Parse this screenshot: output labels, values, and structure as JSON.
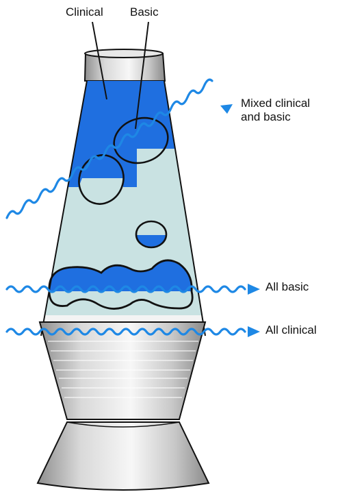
{
  "labels": {
    "clinical": "Clinical",
    "basic": "Basic",
    "mixed_line1": "Mixed clinical",
    "mixed_line2": "and basic",
    "all_basic": "All basic",
    "all_clinical": "All clinical"
  },
  "colors": {
    "dark_blue": "#1f6fe0",
    "light_blue": "#c9e2e2",
    "wave_blue": "#1e88e5",
    "outline": "#111111",
    "metal_light": "#f2f2f2",
    "metal_dark": "#8f8f8f"
  }
}
